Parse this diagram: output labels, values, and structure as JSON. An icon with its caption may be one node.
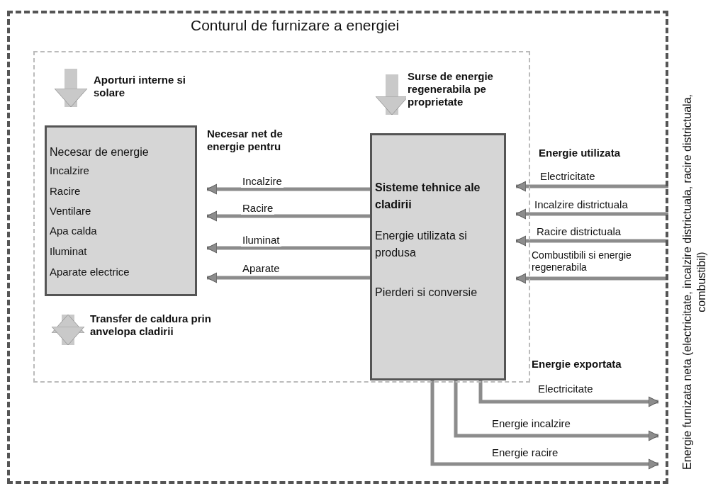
{
  "diagram": {
    "nodes": [
      {
        "text": [
          "Conturul de furnizare a energiei"
        ]
      },
      {
        "text": [],
        "shape": "box",
        "in": 0
      },
      {
        "text": [
          "Necesar de energie",
          "Incalzire",
          "Racire",
          "Ventilare",
          "Apa calda",
          "Iluminat",
          "Aparate electrice"
        ],
        "in": 1
      },
      {
        "text": [
          "Sisteme tehnice ale cladirii",
          "Energie utilizata si produsa",
          "Pierderi si conversie"
        ],
        "in": 1
      }
    ],
    "edges": [
      {
        "from": null,
        "to": 2,
        "arrow": "to",
        "style": "thick",
        "label": "Aporturi interne si solare"
      },
      {
        "from": null,
        "to": 3,
        "arrow": "to",
        "style": "thick",
        "label": "Surse de energie regenerabila pe proprietate"
      },
      {
        "from": 2,
        "to": null,
        "arrow": "both",
        "style": "thick",
        "label": "Transfer de caldura prin anvelopa cladirii"
      },
      {
        "from": 3,
        "to": 2,
        "arrow": "to",
        "label": "Incalzire"
      },
      {
        "from": 3,
        "to": 2,
        "arrow": "to",
        "label": "Racire"
      },
      {
        "from": 3,
        "to": 2,
        "arrow": "to",
        "label": "Iluminat"
      },
      {
        "from": 3,
        "to": 2,
        "arrow": "to",
        "label": "Aparate"
      },
      {
        "from": 0,
        "to": 3,
        "arrow": "to",
        "label": "Electricitate"
      },
      {
        "from": 0,
        "to": 3,
        "arrow": "to",
        "label": "Incalzire districtuala"
      },
      {
        "from": 0,
        "to": 3,
        "arrow": "to",
        "label": "Racire districtuala"
      },
      {
        "from": 0,
        "to": 3,
        "arrow": "to",
        "label": "Combustibili si energie regenerabila"
      },
      {
        "from": 3,
        "to": 0,
        "arrow": "to",
        "label": "Electricitate"
      },
      {
        "from": 3,
        "to": 0,
        "arrow": "to",
        "label": "Energie incalzire"
      },
      {
        "from": 3,
        "to": 0,
        "arrow": "to",
        "label": "Energie racire"
      }
    ],
    "labels": [
      "Necesar net de energie pentru",
      "Energie utilizata",
      "Energie exportata",
      "Energie furnizata neta (electricitate, incalzire districtuala, racire districtuala, combustibil)"
    ]
  }
}
